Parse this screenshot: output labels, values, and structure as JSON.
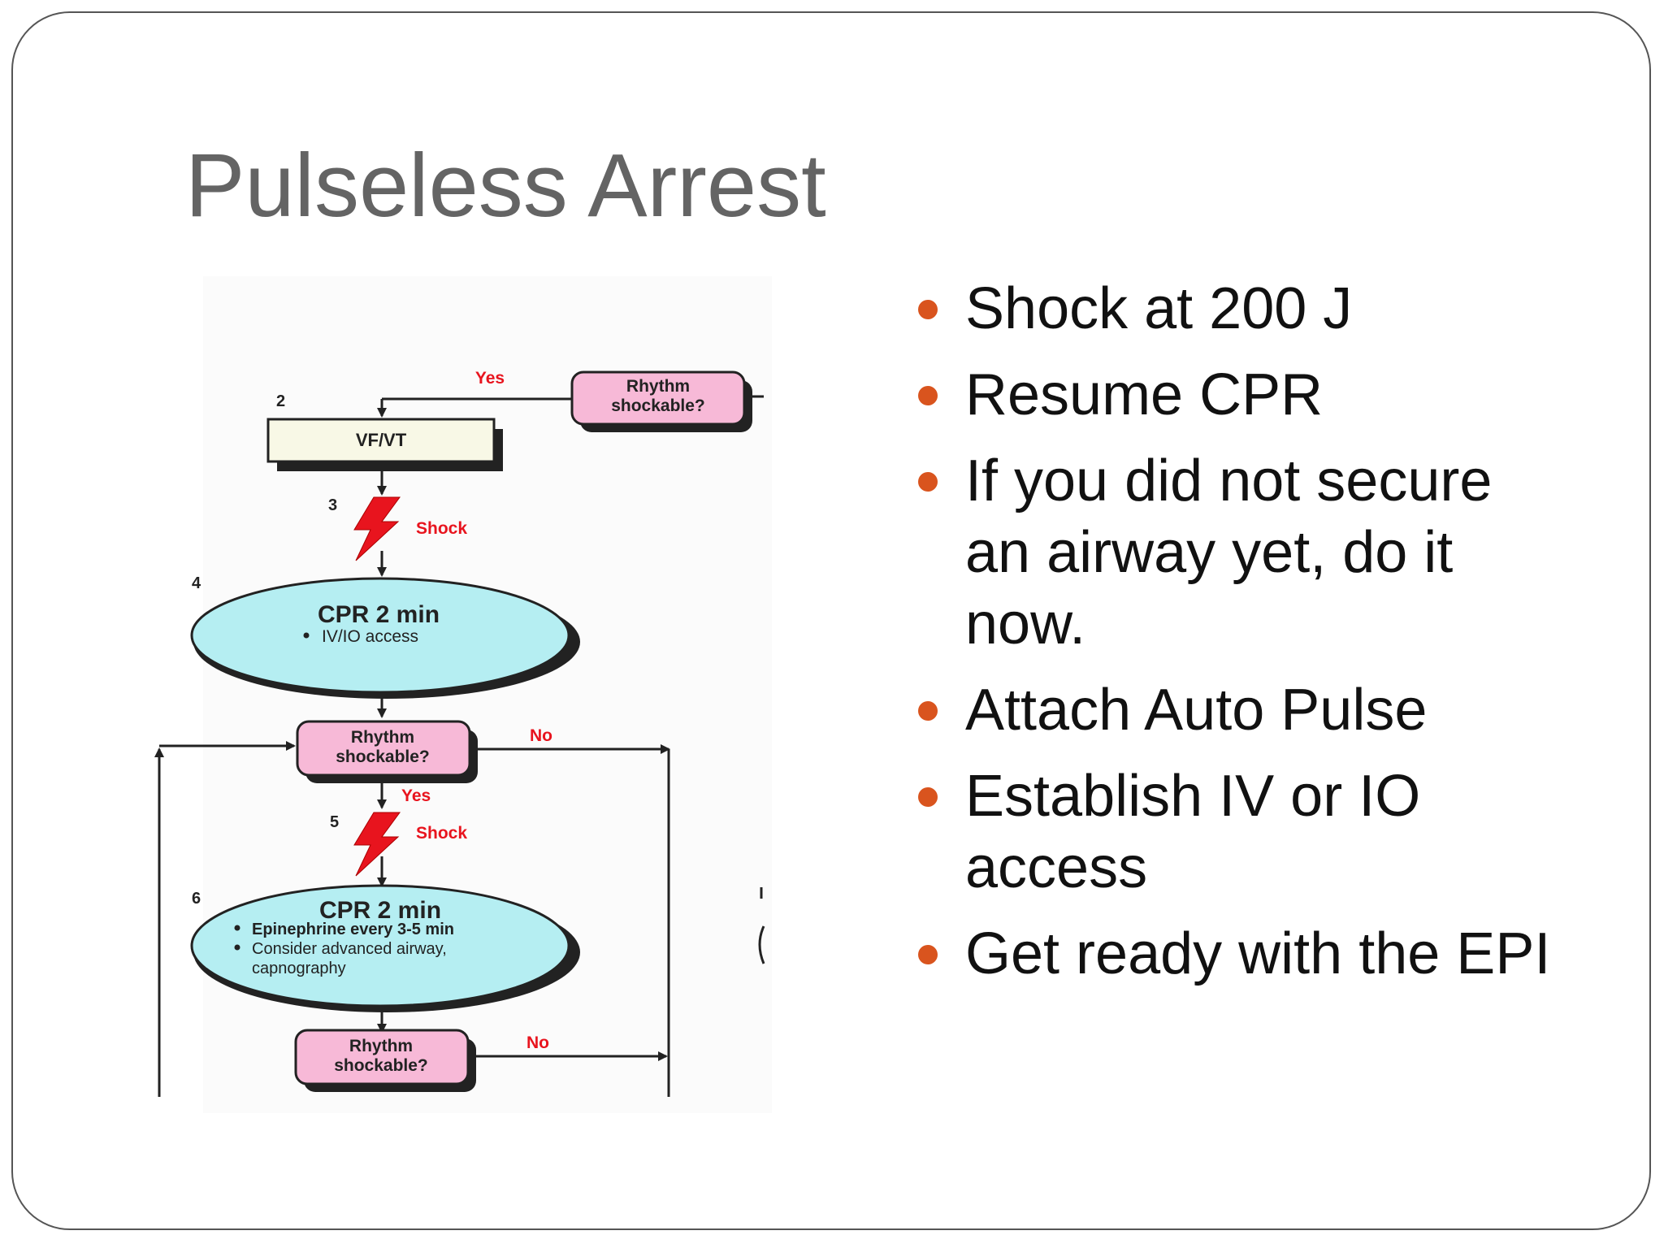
{
  "slide": {
    "title": "Pulseless Arrest",
    "bullets": [
      "Shock at 200 J",
      "Resume CPR",
      "If you did not secure an airway yet, do it now.",
      "Attach Auto Pulse",
      "Establish IV or IO access",
      "Get ready with the EPI"
    ],
    "bullet_color": "#d9541e"
  },
  "diagram": {
    "yes_top": "Yes",
    "rhythm_top": [
      "Rhythm",
      "shockable?"
    ],
    "step2": "2",
    "vfvt": "VF/VT",
    "step3": "3",
    "shock1": "Shock",
    "step4": "4",
    "cpr1_title": "CPR 2 min",
    "cpr1_item": "IV/IO access",
    "rhythm2": [
      "Rhythm",
      "shockable?"
    ],
    "no1": "No",
    "yes2": "Yes",
    "step5": "5",
    "shock2": "Shock",
    "step6": "6",
    "cpr2_title": "CPR 2 min",
    "cpr2_items": [
      "Epinephrine every 3-5 min",
      "Consider advanced airway,",
      "capnography"
    ],
    "rhythm3": [
      "Rhythm",
      "shockable?"
    ],
    "no2": "No",
    "colors": {
      "pink": "#f7b9d7",
      "cyan": "#b5eef2",
      "red": "#e8141e",
      "beige": "#f8f8e6"
    }
  }
}
